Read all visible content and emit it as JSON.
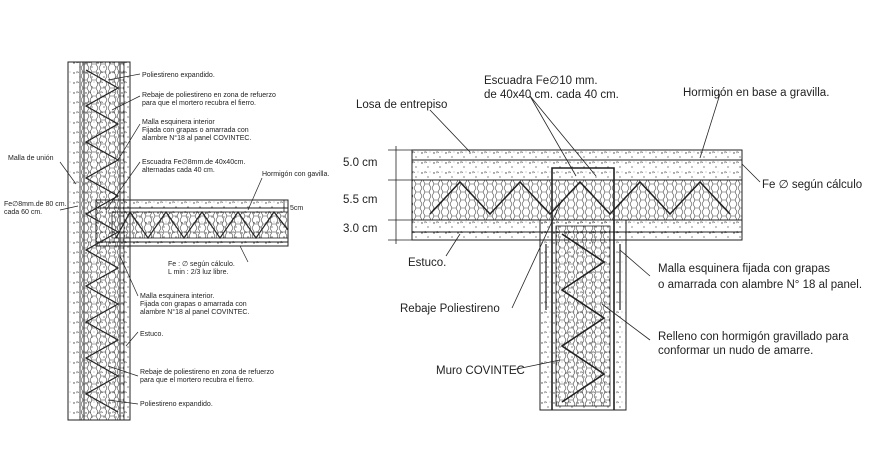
{
  "left_detail": {
    "poliestireno_top": "Poliestireno expandido.",
    "rebaje_top_1": "Rebaje de poliestireno en zona de refuerzo",
    "rebaje_top_2": "para que el mortero recubra el fierro.",
    "malla_int_1": "Malla esquinera interior",
    "malla_int_2": "Fijada con grapas o amarrada con",
    "malla_int_3": "alambre N°18 al panel COVINTEC.",
    "malla_union": "Malla de unión",
    "fe8_1": "Fe∅8mm.de 80 cm.",
    "fe8_2": "cada 60 cm.",
    "escuadra_1": "Escuadra Fe∅8mm.de 40x40cm.",
    "escuadra_2": "alternadas cada 40 cm.",
    "hormigon": "Hormigón con gavilla.",
    "dim_5cm": "5cm",
    "fe_calculo_1": "Fe :  ∅  según cálculo.",
    "fe_calculo_2": "L min : 2/3 luz libre.",
    "malla_int_b_1": "Malla esquinera interior.",
    "malla_int_b_2": "Fijada con grapas o amarrada con",
    "malla_int_b_3": "alambre N°18 al panel COVINTEC.",
    "estuco": "Estuco.",
    "rebaje_bot_1": "Rebaje de poliestireno en zona de refuerzo",
    "rebaje_bot_2": "para que el mortero recubra el fierro.",
    "poliestireno_bot": "Poliestireno expandido."
  },
  "right_detail": {
    "escuadra_1": "Escuadra Fe∅10 mm.",
    "escuadra_2": "de 40x40 cm. cada 40 cm.",
    "hormigon_grava": "Hormigón en base a gravilla.",
    "losa": "Losa de entrepiso",
    "dim_50": "5.0  cm",
    "dim_55": "5.5  cm",
    "dim_30": "3.0  cm",
    "fe_calculo": "Fe  ∅  según cálculo",
    "estuco": "Estuco.",
    "rebaje": "Rebaje Poliestireno",
    "malla_1": "Malla esquinera fijada con grapas",
    "malla_2": "o amarrada con alambre  N° 18 al panel.",
    "relleno_1": "Relleno con hormigón gravillado para",
    "relleno_2": "conformar un nudo de amarre.",
    "muro": "Muro COVINTEC"
  },
  "colors": {
    "line": "#222222",
    "fill": "#ffffff"
  }
}
